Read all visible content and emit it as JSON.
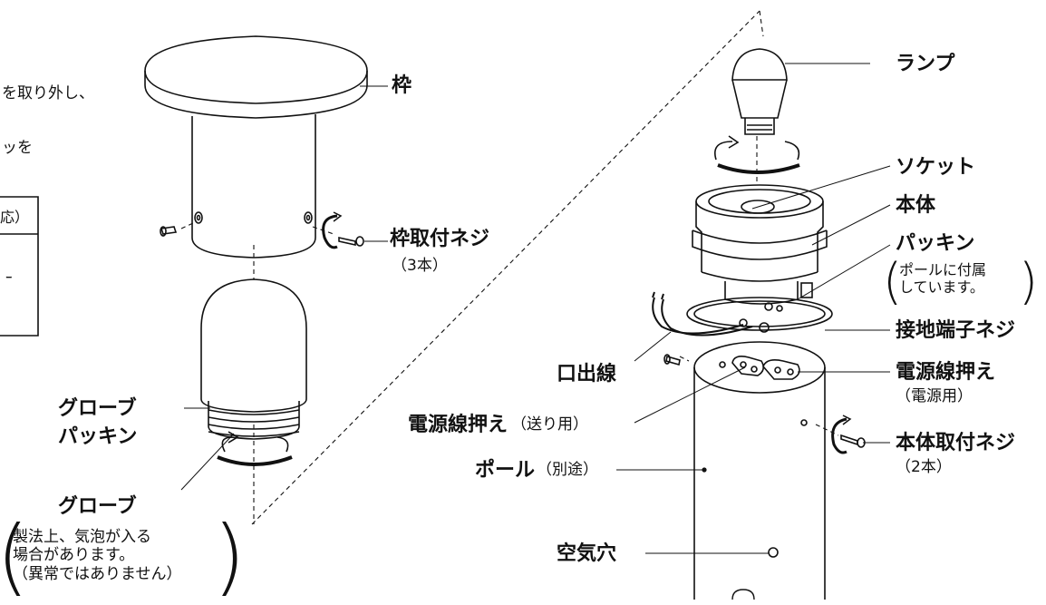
{
  "fragments": {
    "top": "を取り外し、",
    "mid": "ッを",
    "box": "応）",
    "dash": "ｰ"
  },
  "labels": {
    "frame": "枠",
    "frame_screw": "枠取付ネジ",
    "frame_screw_qty": "（3本）",
    "globe_packing_1": "グローブ",
    "globe_packing_2": "パッキン",
    "globe": "グローブ",
    "globe_note": [
      "製法上、気泡が入る",
      "場合があります。",
      "（異常ではありません）"
    ],
    "lamp": "ランプ",
    "socket": "ソケット",
    "body": "本体",
    "packing": "パッキン",
    "packing_note": [
      "ポールに付属",
      "しています。"
    ],
    "ground_screw": "接地端子ネジ",
    "lead_wire": "口出線",
    "power_clamp": "電源線押え",
    "power_clamp_sub": "（電源用）",
    "send_clamp": "電源線押え",
    "send_clamp_sub": "（送り用）",
    "body_screw": "本体取付ネジ",
    "body_screw_qty": "（2本）",
    "pole": "ポール",
    "pole_sub": "（別途）",
    "air_hole": "空気穴"
  }
}
